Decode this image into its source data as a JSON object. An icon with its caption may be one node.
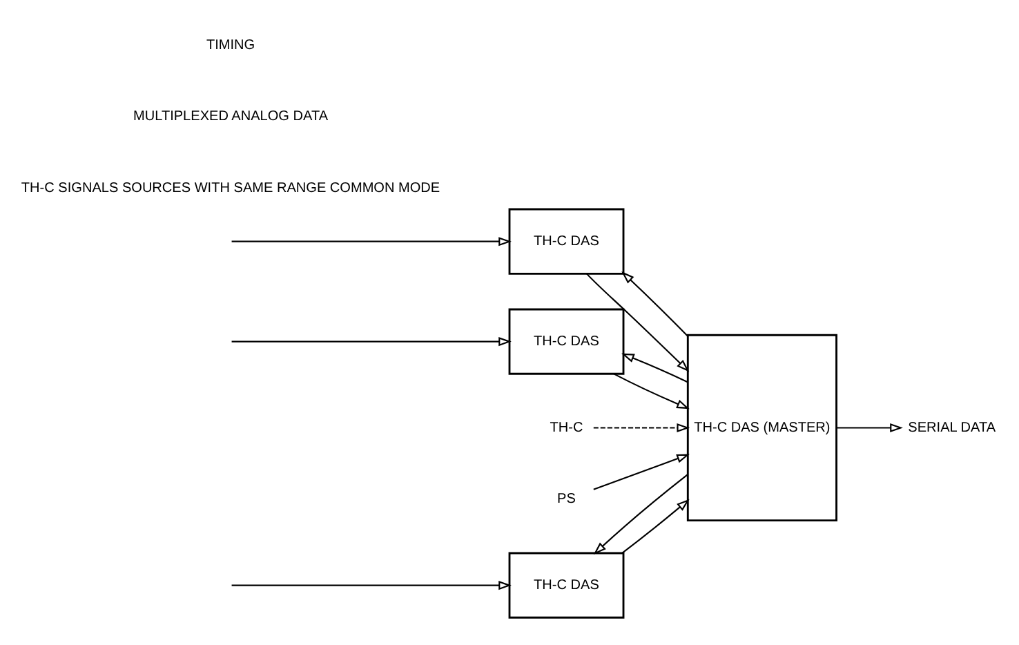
{
  "diagram": {
    "nodes": [
      {
        "text": [
          "TH-C DAS"
        ]
      },
      {
        "text": [
          "TH-C DAS"
        ]
      },
      {
        "text": [
          "TH-C DAS"
        ]
      },
      {
        "text": [
          "TH-C DAS (MASTER)"
        ]
      },
      {
        "text": [
          "TH-C"
        ]
      },
      {
        "text": [
          "PS"
        ]
      },
      {
        "text": [
          "SERIAL DATA"
        ]
      }
    ],
    "edges": [
      {
        "from": null,
        "to": 0,
        "arrow": "to"
      },
      {
        "from": null,
        "to": 1,
        "arrow": "to"
      },
      {
        "from": null,
        "to": 2,
        "arrow": "to"
      },
      {
        "from": 0,
        "to": 3,
        "arrow": "to"
      },
      {
        "from": 1,
        "to": 3,
        "arrow": "to"
      },
      {
        "from": 2,
        "to": 3,
        "arrow": "to"
      },
      {
        "from": 3,
        "to": 0,
        "arrow": "to"
      },
      {
        "from": 3,
        "to": 1,
        "arrow": "to"
      },
      {
        "from": 3,
        "to": 2,
        "arrow": "to"
      },
      {
        "from": 4,
        "to": 3,
        "arrow": "to",
        "style": "dashed"
      },
      {
        "from": 5,
        "to": 3,
        "arrow": "to"
      },
      {
        "from": 3,
        "to": 6,
        "arrow": "to"
      }
    ],
    "labels": [
      "TH-C SIGNALS SOURCES WITH SAME RANGE COMMON MODE",
      "MULTIPLEXED ANALOG DATA",
      "TIMING"
    ]
  }
}
